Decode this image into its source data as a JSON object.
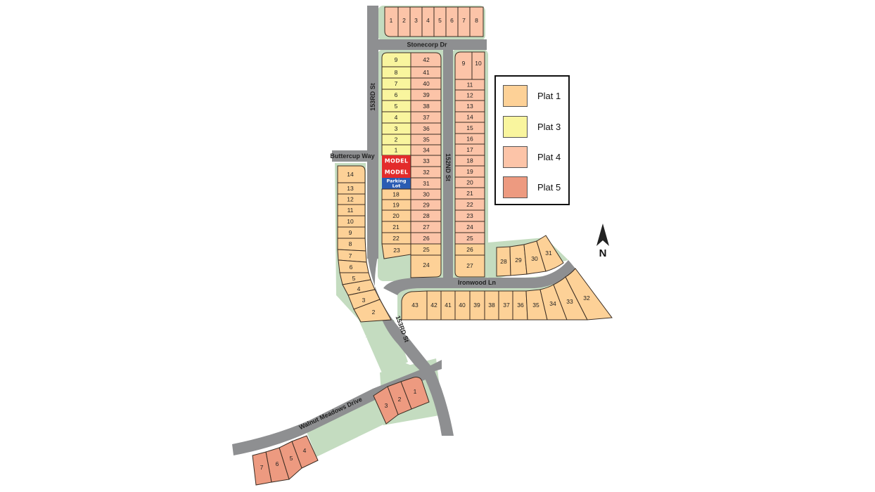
{
  "colors": {
    "plat1": "#fdd197",
    "plat3": "#f9f59e",
    "plat4": "#fcc4a8",
    "plat5": "#ed9a80",
    "road": "#8e8f91",
    "green": "#c4dcc0",
    "model": "#e32b2b",
    "parking": "#2a5cb3"
  },
  "legend": {
    "items": [
      {
        "label": "Plat 1",
        "color": "#fdd197"
      },
      {
        "label": "Plat 3",
        "color": "#f9f59e"
      },
      {
        "label": "Plat 4",
        "color": "#fcc4a8"
      },
      {
        "label": "Plat 5",
        "color": "#ed9a80"
      }
    ]
  },
  "compass": {
    "label": "N"
  },
  "streets": {
    "stonecorp": "Stonecorp Dr",
    "st153_north": "153RD St",
    "st153_south": "153RD St",
    "st152": "152ND St",
    "buttercup": "Buttercup Way",
    "ironwood": "Ironwood Ln",
    "walnut": "Walnut Meadows Drive"
  },
  "markers": {
    "model1": "MODEL",
    "model2": "MODEL",
    "parking_line1": "Parking",
    "parking_line2": "Lot"
  },
  "lots": {
    "top_row_plat4": [
      "1",
      "2",
      "3",
      "4",
      "5",
      "6",
      "7",
      "8"
    ],
    "west_block_left_plat3": [
      "9",
      "8",
      "7",
      "6",
      "5",
      "4",
      "3",
      "2",
      "1"
    ],
    "west_block_left_plat1": [
      "18",
      "19",
      "20",
      "21",
      "22",
      "23"
    ],
    "west_block_right_plat4": [
      "42",
      "41",
      "40",
      "39",
      "38",
      "37",
      "36",
      "35",
      "34",
      "33",
      "32",
      "31",
      "30",
      "29",
      "28",
      "27",
      "26"
    ],
    "west_block_right_plat1": [
      "25",
      "24"
    ],
    "east_block_plat4": [
      "9",
      "10",
      "11",
      "12",
      "13",
      "14",
      "15",
      "16",
      "17",
      "18",
      "19",
      "20",
      "21",
      "22",
      "23",
      "24",
      "25"
    ],
    "east_block_plat1": [
      "26",
      "27"
    ],
    "east_curve_plat1": [
      "28",
      "29",
      "30",
      "31"
    ],
    "ironwood_south_plat1": [
      "43",
      "42",
      "41",
      "40",
      "39",
      "38",
      "37",
      "36",
      "35",
      "34",
      "33",
      "32"
    ],
    "buttercup_plat1": [
      "14",
      "13",
      "12",
      "11",
      "10",
      "9",
      "8",
      "7",
      "6",
      "5",
      "4",
      "3",
      "2"
    ],
    "walnut_plat5_east": [
      "1",
      "2",
      "3"
    ],
    "walnut_plat5_west": [
      "4",
      "5",
      "6",
      "7"
    ]
  }
}
